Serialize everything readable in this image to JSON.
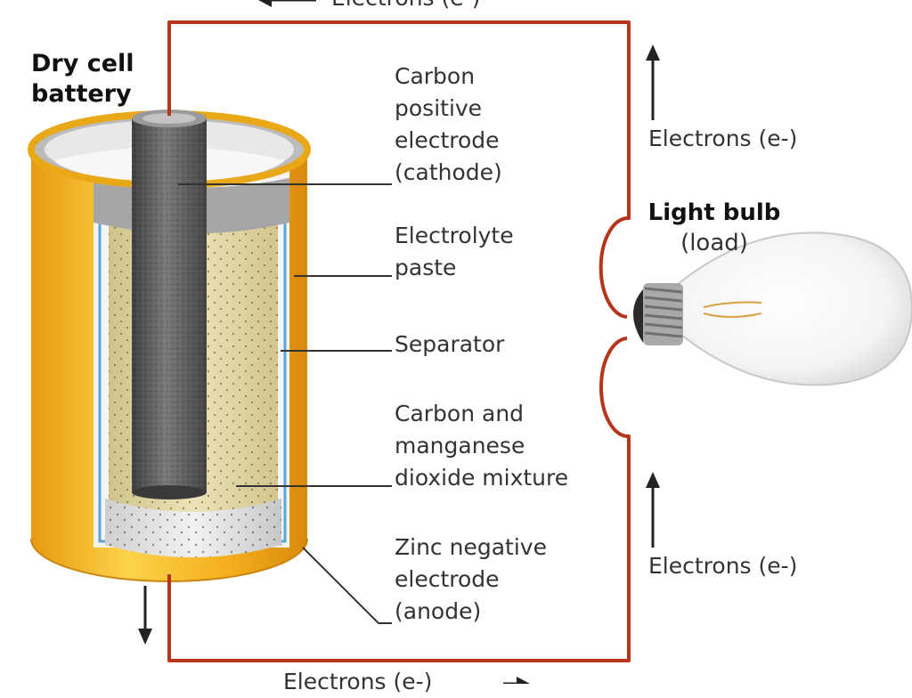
{
  "title": {
    "line1": "Dry cell",
    "line2": "battery"
  },
  "labels": {
    "cathode": [
      "Carbon",
      "positive",
      "electrode",
      "(cathode)"
    ],
    "electrolyte": [
      "Electrolyte",
      "paste"
    ],
    "separator": [
      "Separator"
    ],
    "mixture": [
      "Carbon and",
      "manganese",
      "dioxide mixture"
    ],
    "anode": [
      "Zinc negative",
      "electrode",
      "(anode)"
    ]
  },
  "bulb": {
    "title": "Light bulb",
    "subtitle": "(load)"
  },
  "electrons": {
    "top": "Electrons (e-)",
    "right_upper": "Electrons (e-)",
    "right_lower": "Electrons (e-)",
    "bottom": "Electrons (e-)"
  },
  "colors": {
    "wire": "#b5361c",
    "zinc_casing": "#f7b521",
    "carbon_rod": "#5b5b5b",
    "paste": "#e6dcae",
    "separator": "#5aa6d6",
    "text": "#333333"
  },
  "icons": {
    "arrow": "arrow-icon",
    "bulb": "light-bulb-icon",
    "battery": "battery-icon"
  }
}
